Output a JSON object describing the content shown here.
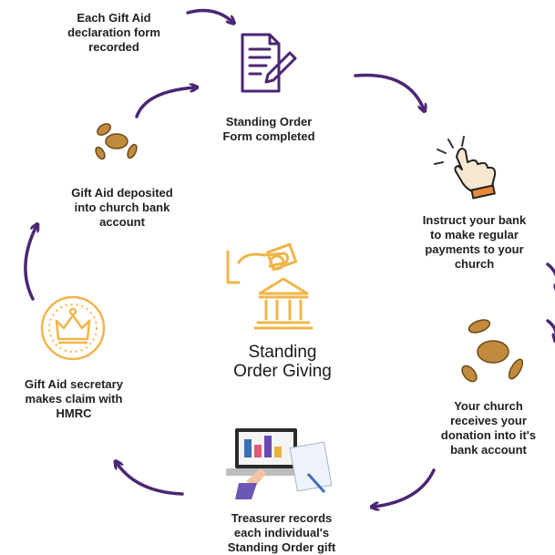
{
  "diagram": {
    "center_title": "Standing\nOrder Giving",
    "colors": {
      "arrow": "#4b2673",
      "gold": "#f0b54a",
      "outline": "#4b2673"
    },
    "steps": [
      {
        "id": "gift-aid-form",
        "label": "Each Gift Aid\ndeclaration form\nrecorded",
        "icon": "arrow-only"
      },
      {
        "id": "standing-order-form",
        "label": "Standing Order\nForm completed",
        "icon": "document-pen-icon"
      },
      {
        "id": "instruct-bank",
        "label": "Instruct your bank\nto make regular\npayments to your\nchurch",
        "icon": "hand-click-icon"
      },
      {
        "id": "church-receives",
        "label": "Your church\nreceives your\ndonation into it's\nbank account",
        "icon": "coins-icon"
      },
      {
        "id": "treasurer-records",
        "label": "Treasurer records\neach individual's\nStanding Order gift",
        "icon": "laptop-icon"
      },
      {
        "id": "secretary-claim",
        "label": "Gift Aid secretary\nmakes claim with\nHMRC",
        "icon": "crown-icon"
      },
      {
        "id": "gift-aid-deposited",
        "label": "Gift Aid deposited\ninto church bank\naccount",
        "icon": "coins-icon"
      }
    ]
  }
}
